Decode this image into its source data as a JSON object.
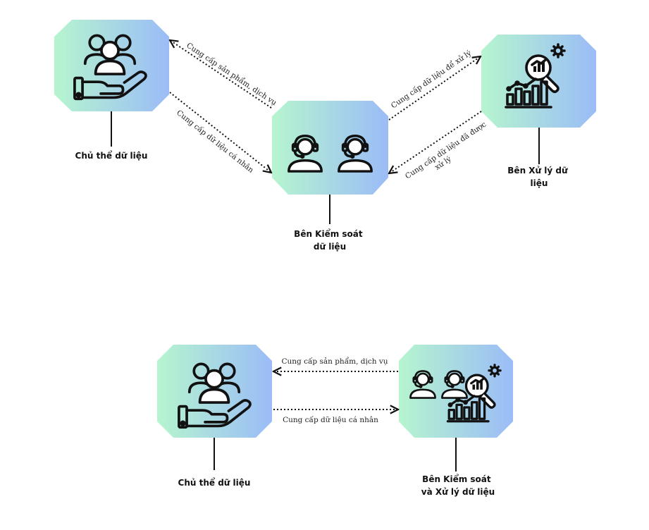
{
  "diagram1": {
    "nodes": {
      "subject": {
        "label_lines": [
          "Chủ thể dữ liệu"
        ],
        "icon": "hand-people-icon"
      },
      "controller": {
        "label_lines": [
          "Bên Kiểm soát",
          "dữ liệu"
        ],
        "icon": "headset-agents-icon"
      },
      "processor": {
        "label_lines": [
          "Bên Xử lý dữ",
          "liệu"
        ],
        "icon": "analytics-magnifier-icon"
      }
    },
    "edges": {
      "controller_to_subject": "Cung cấp sản phẩm, dịch vụ",
      "subject_to_controller": "Cung cấp dữ liệu cá nhân",
      "controller_to_processor": "Cung cấp dữ liệu để xử lý",
      "processor_to_controller_lines": [
        "Cung cấp dữ liệu đã được",
        "xử lý"
      ]
    }
  },
  "diagram2": {
    "nodes": {
      "subject": {
        "label_lines": [
          "Chủ thể dữ liệu"
        ],
        "icon": "hand-people-icon"
      },
      "controller_processor": {
        "label_lines": [
          "Bên Kiểm soát",
          "và Xử lý dữ liệu"
        ],
        "icon": "headset-analytics-icon"
      }
    },
    "edges": {
      "cp_to_subject": "Cung cấp sản phẩm, dịch vụ",
      "subject_to_cp": "Cung cấp dữ liệu cá nhân"
    }
  },
  "colors": {
    "gradient_start": "#b6f5cf",
    "gradient_end": "#9bbcf7",
    "stroke": "#111111"
  }
}
